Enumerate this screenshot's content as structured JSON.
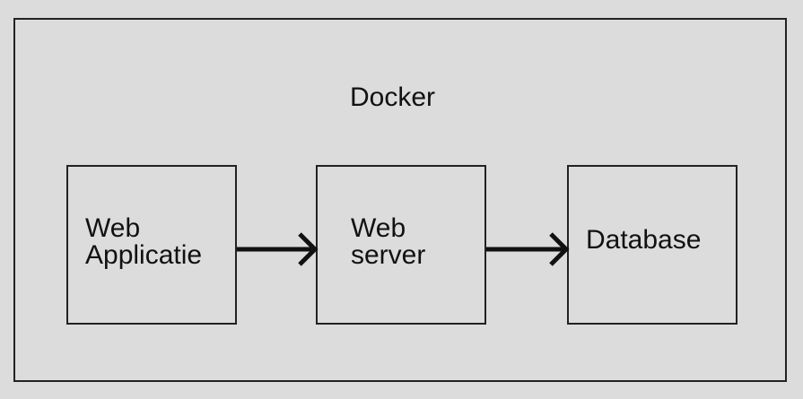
{
  "container": {
    "label": "Docker"
  },
  "nodes": {
    "web_app": {
      "line1": "Web",
      "line2": "Applicatie"
    },
    "web_server": {
      "line1": "Web",
      "line2": "server"
    },
    "database": {
      "label": "Database"
    }
  },
  "edges": [
    {
      "from": "Web Applicatie",
      "to": "Web server"
    },
    {
      "from": "Web server",
      "to": "Database"
    }
  ],
  "colors": {
    "background": "#dcdcdc",
    "stroke": "#222222",
    "text": "#111111"
  }
}
